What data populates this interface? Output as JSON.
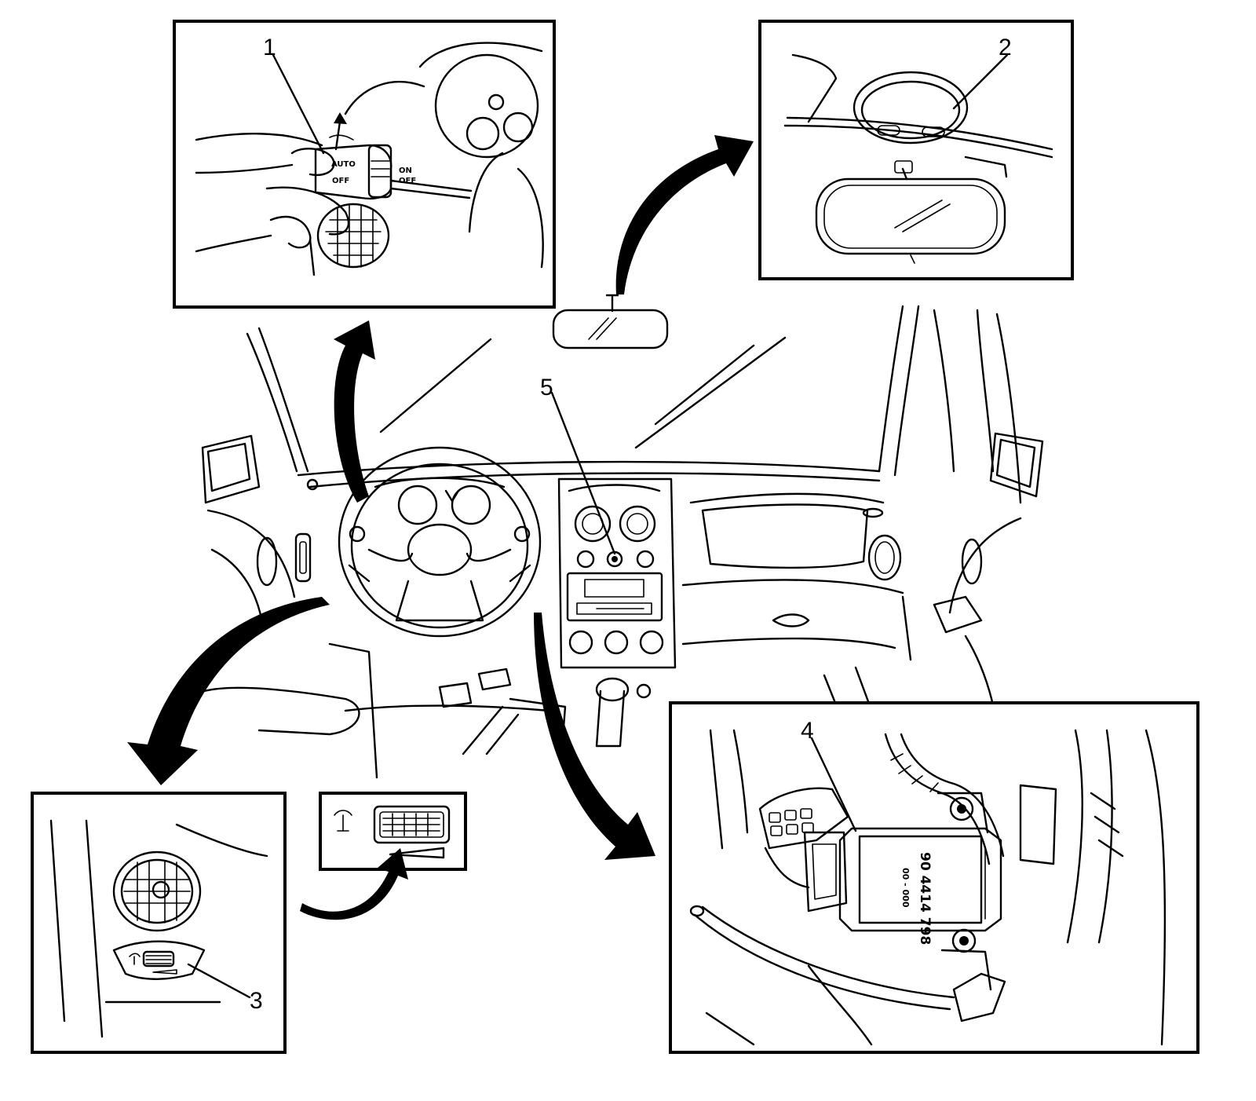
{
  "callouts": [
    {
      "id": "1",
      "label": "1"
    },
    {
      "id": "2",
      "label": "2"
    },
    {
      "id": "3",
      "label": "3"
    },
    {
      "id": "4",
      "label": "4"
    },
    {
      "id": "5",
      "label": "5"
    }
  ],
  "stalk_labels": {
    "auto": "AUTO",
    "off": "OFF",
    "on_off": "ON/\nOFF",
    "on": "ON",
    "off2": "OFF"
  },
  "module": {
    "part_number": "90 4414 798",
    "code": "00 - 000"
  },
  "icons": [
    "lamp-icon",
    "defog-icon",
    "fuel-icon",
    "temperature-icon"
  ]
}
